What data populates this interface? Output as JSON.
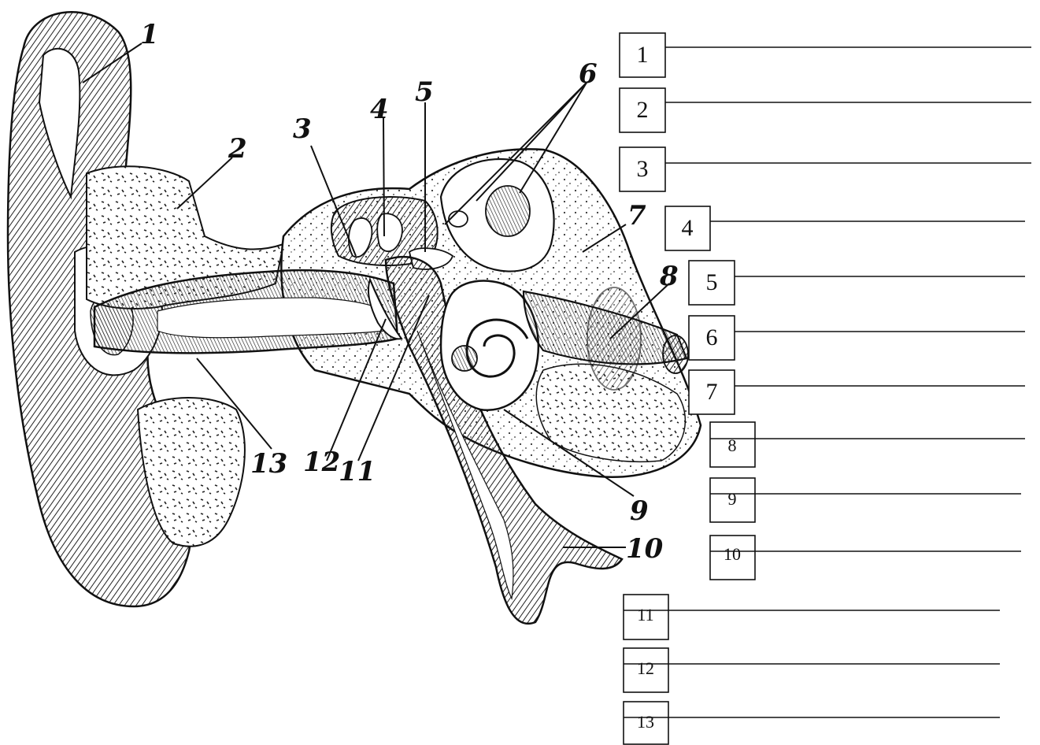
{
  "figure": {
    "callouts": [
      "1",
      "2",
      "3",
      "4",
      "5",
      "6",
      "7",
      "8",
      "9",
      "10",
      "11",
      "12",
      "13"
    ],
    "answer_labels": [
      "1",
      "2",
      "3",
      "4",
      "5",
      "6",
      "7",
      "8",
      "9",
      "10",
      "11",
      "12",
      "13"
    ],
    "ink_color": "#111111",
    "paper_color": "#ffffff",
    "bone_shading": "#dcdcdc"
  }
}
